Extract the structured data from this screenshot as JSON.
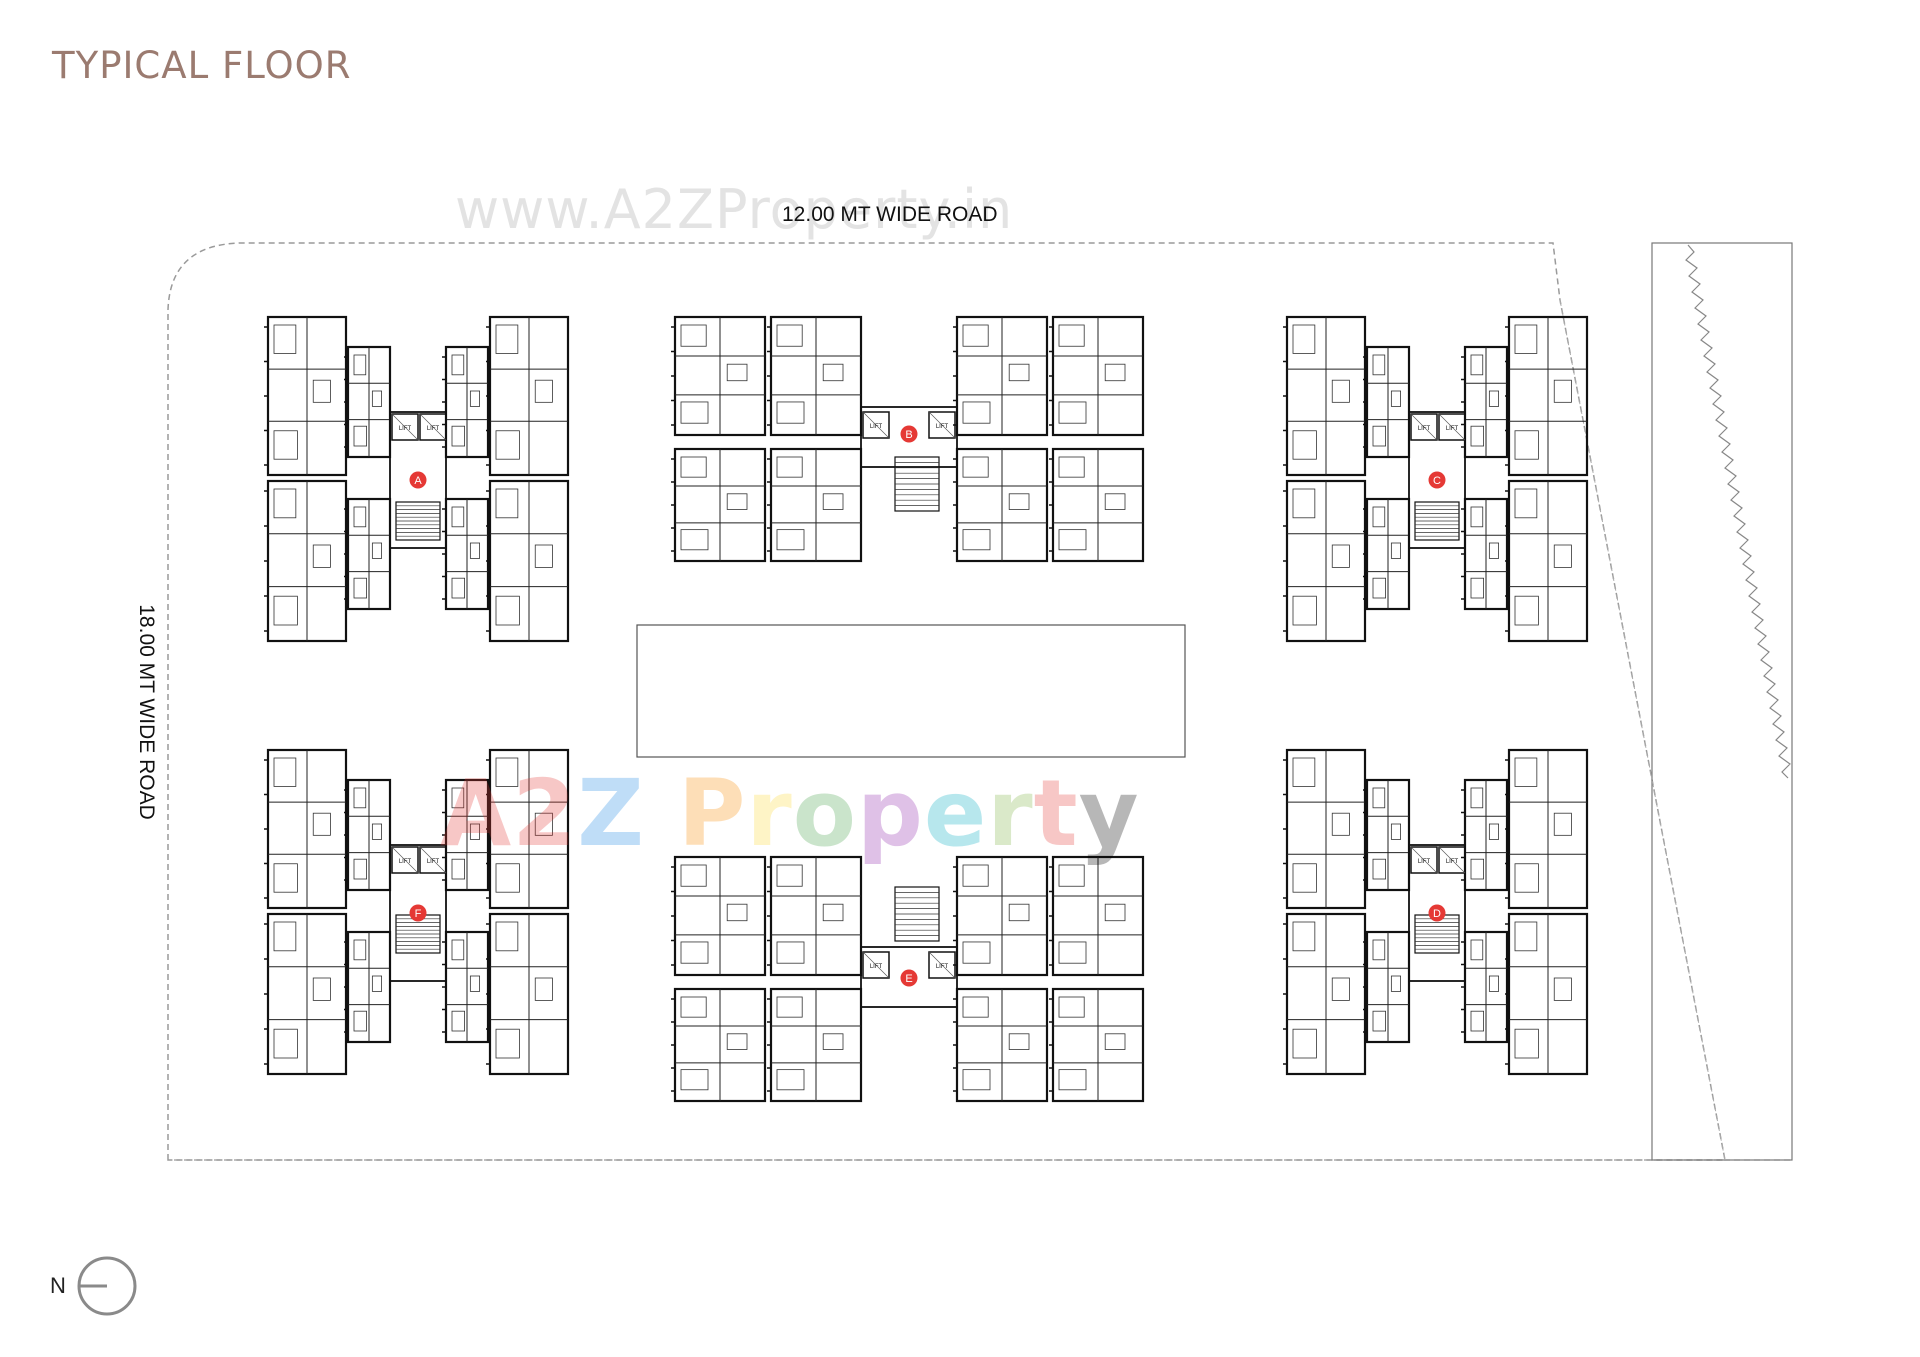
{
  "title": "TYPICAL FLOOR",
  "roads": {
    "top": "12.00 MT WIDE ROAD",
    "left": "18.00 MT WIDE ROAD"
  },
  "watermarks": {
    "url": "www.A2ZProperty.in",
    "brand": [
      "A",
      "2",
      "Z",
      " ",
      "P",
      "r",
      "o",
      "p",
      "e",
      "r",
      "t",
      "y"
    ]
  },
  "towers": [
    {
      "id": "A",
      "label": "A",
      "type": "h"
    },
    {
      "id": "B",
      "label": "B",
      "type": "wide"
    },
    {
      "id": "C",
      "label": "C",
      "type": "h"
    },
    {
      "id": "D",
      "label": "D",
      "type": "h"
    },
    {
      "id": "E",
      "label": "E",
      "type": "wide"
    },
    {
      "id": "F",
      "label": "F",
      "type": "h"
    }
  ],
  "room_tags": {
    "lift": "LIFT"
  },
  "north": "N",
  "colors": {
    "title": "#9b7b70",
    "marker": "#e53935",
    "line": "#111111",
    "boundary": "#9a9a9a"
  }
}
